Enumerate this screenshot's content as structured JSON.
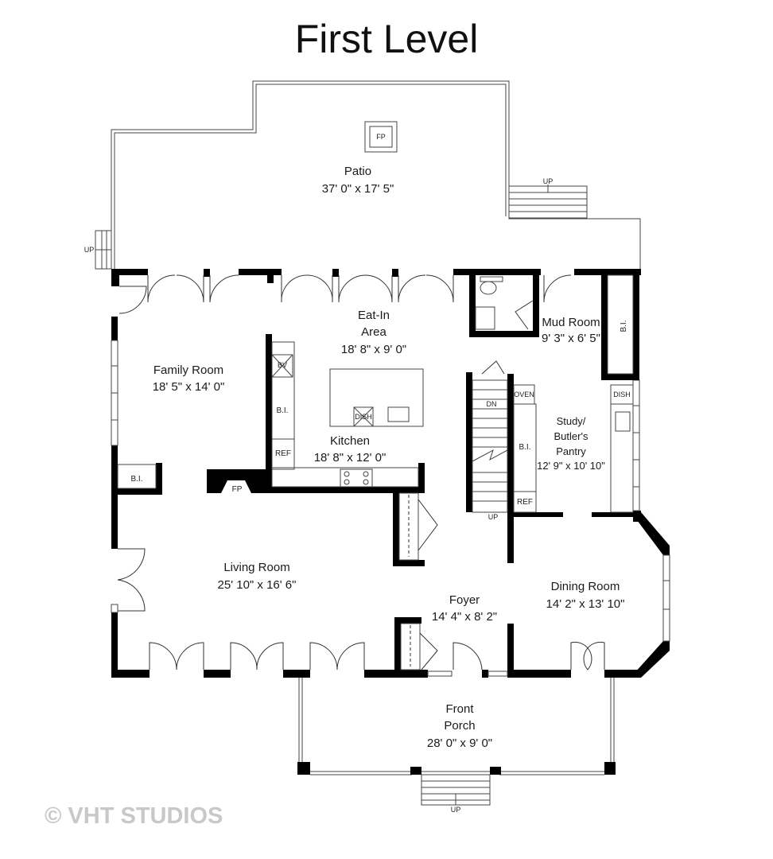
{
  "title": "First Level",
  "rooms": {
    "patio": {
      "name": "Patio",
      "dims": "37' 0\" x 17' 5\""
    },
    "eat_in": {
      "name_line1": "Eat-In",
      "name_line2": "Area",
      "dims": "18' 8\" x 9' 0\""
    },
    "mud_room": {
      "name": "Mud Room",
      "dims": "9' 3\" x 6' 5\""
    },
    "family_room": {
      "name": "Family Room",
      "dims": "18' 5\" x 14' 0\""
    },
    "kitchen": {
      "name": "Kitchen",
      "dims": "18' 8\" x 12' 0\""
    },
    "study": {
      "name_line1": "Study/",
      "name_line2": "Butler's",
      "name_line3": "Pantry",
      "dims": "12' 9\" x 10' 10\""
    },
    "living_room": {
      "name": "Living Room",
      "dims": "25' 10\" x 16' 6\""
    },
    "foyer": {
      "name": "Foyer",
      "dims": "14' 4\" x 8' 2\""
    },
    "dining_room": {
      "name": "Dining Room",
      "dims": "14' 2\" x 13' 10\""
    },
    "front_porch": {
      "name_line1": "Front",
      "name_line2": "Porch",
      "dims": "28' 0\" x 9' 0\""
    }
  },
  "fixtures": {
    "fp": "FP",
    "bi": "B.I.",
    "bv": "BV",
    "dish": "DISH",
    "ref": "REF",
    "oven": "OVEN",
    "up": "UP",
    "dn": "DN"
  },
  "watermark": "© VHT STUDIOS"
}
